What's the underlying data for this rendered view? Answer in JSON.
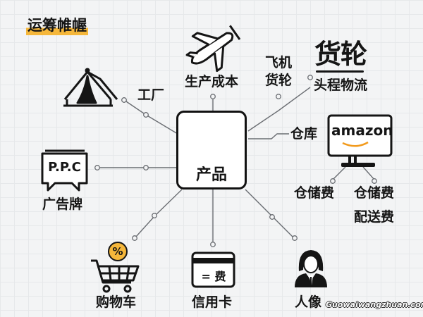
{
  "title": "运筹帷幄",
  "center": {
    "label": "产品",
    "icon": "chair-icon"
  },
  "nodes": {
    "factory": {
      "label": "工厂",
      "icon": "tent-icon"
    },
    "production_cost": {
      "label": "生产成本",
      "icon": "airplane-icon"
    },
    "transport": {
      "line1": "飞机",
      "line2": "货轮"
    },
    "first_leg": {
      "big_text": "货轮",
      "label": "头程物流"
    },
    "warehouse": {
      "label": "仓库",
      "brand": "amazon",
      "icon": "monitor-icon"
    },
    "warehouse_fees": {
      "left": "仓储费",
      "right1": "仓储费",
      "right2": "配送费"
    },
    "ppc": {
      "sign_text": "P.P.C",
      "label": "广告牌",
      "icon": "speech-bubble-icon"
    },
    "cart": {
      "label": "购物车",
      "badge": "%",
      "icon": "shopping-cart-icon"
    },
    "card": {
      "label": "信用卡",
      "card_text": "= 费",
      "icon": "credit-card-icon"
    },
    "person": {
      "label": "人像",
      "icon": "person-icon"
    }
  },
  "watermark": "Guowaiwangzhuan.com",
  "colors": {
    "accent": "#f5b73b",
    "line": "#6b6e73",
    "ink": "#151515",
    "amazon_smile": "#f29a1c"
  }
}
